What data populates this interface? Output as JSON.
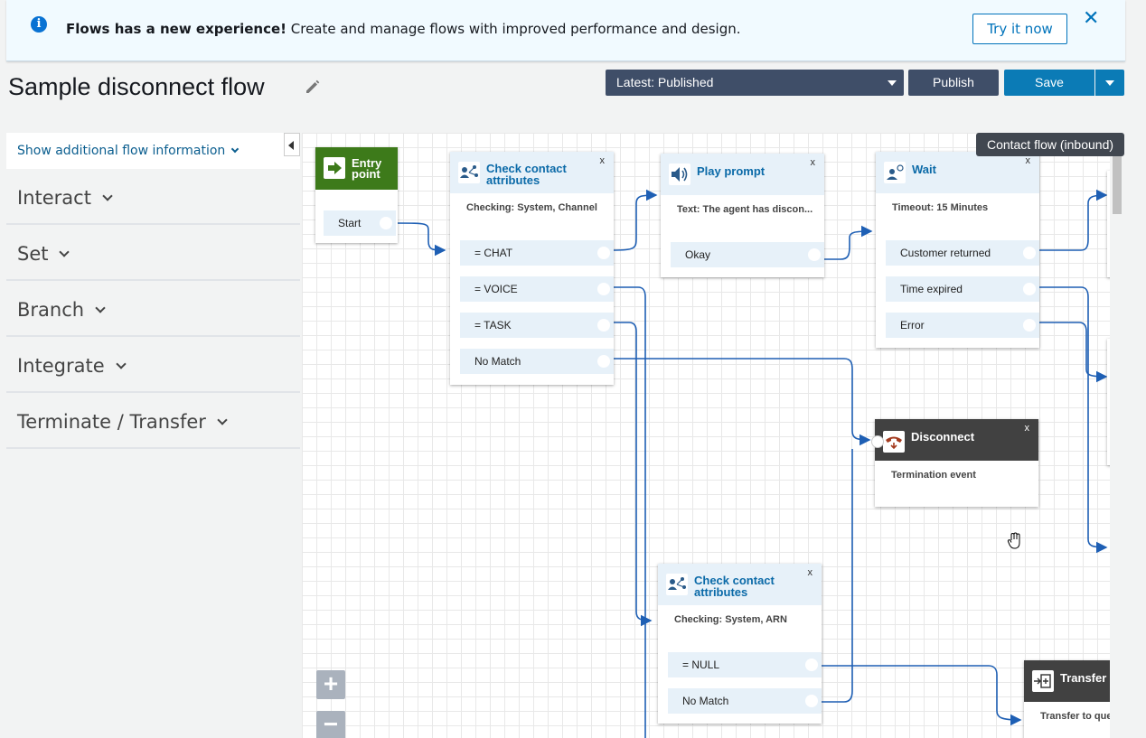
{
  "banner": {
    "bold": "Flows has a new experience!",
    "text": " Create and manage flows with improved performance and design.",
    "try_label": "Try it now",
    "close": "✕"
  },
  "header": {
    "title": "Sample disconnect flow",
    "version": "Latest: Published",
    "publish": "Publish",
    "save": "Save"
  },
  "sidebar": {
    "show_info": "Show additional flow information",
    "categories": [
      "Interact",
      "Set",
      "Branch",
      "Integrate",
      "Terminate / Transfer"
    ]
  },
  "tooltip": "Contact flow (inbound)",
  "blocks": {
    "entry": {
      "title1": "Entry",
      "title2": "point",
      "branch": "Start"
    },
    "check1": {
      "title1": "Check contact",
      "title2": "attributes",
      "sub": "Checking: System, Channel",
      "branches": [
        "= CHAT",
        "= VOICE",
        "= TASK",
        "No Match"
      ]
    },
    "play": {
      "title": "Play prompt",
      "sub": "Text: The agent has discon...",
      "branch": "Okay"
    },
    "wait": {
      "title": "Wait",
      "sub": "Timeout: 15 Minutes",
      "branches": [
        "Customer returned",
        "Time expired",
        "Error"
      ]
    },
    "disconnect": {
      "title": "Disconnect",
      "sub": "Termination event"
    },
    "check2": {
      "title1": "Check contact",
      "title2": "attributes",
      "sub": "Checking: System, ARN",
      "branches": [
        "= NULL",
        "No Match"
      ]
    },
    "transfer": {
      "title": "Transfer t",
      "sub": "Transfer to que"
    },
    "close": "x"
  },
  "zoom": {
    "in": "+",
    "out": "−"
  },
  "colors": {
    "accent": "#0b7bb6",
    "nav": "#3f4e68",
    "entry": "#3d7a1a",
    "disconnect": "#414141",
    "link": "#1e5fb4"
  }
}
